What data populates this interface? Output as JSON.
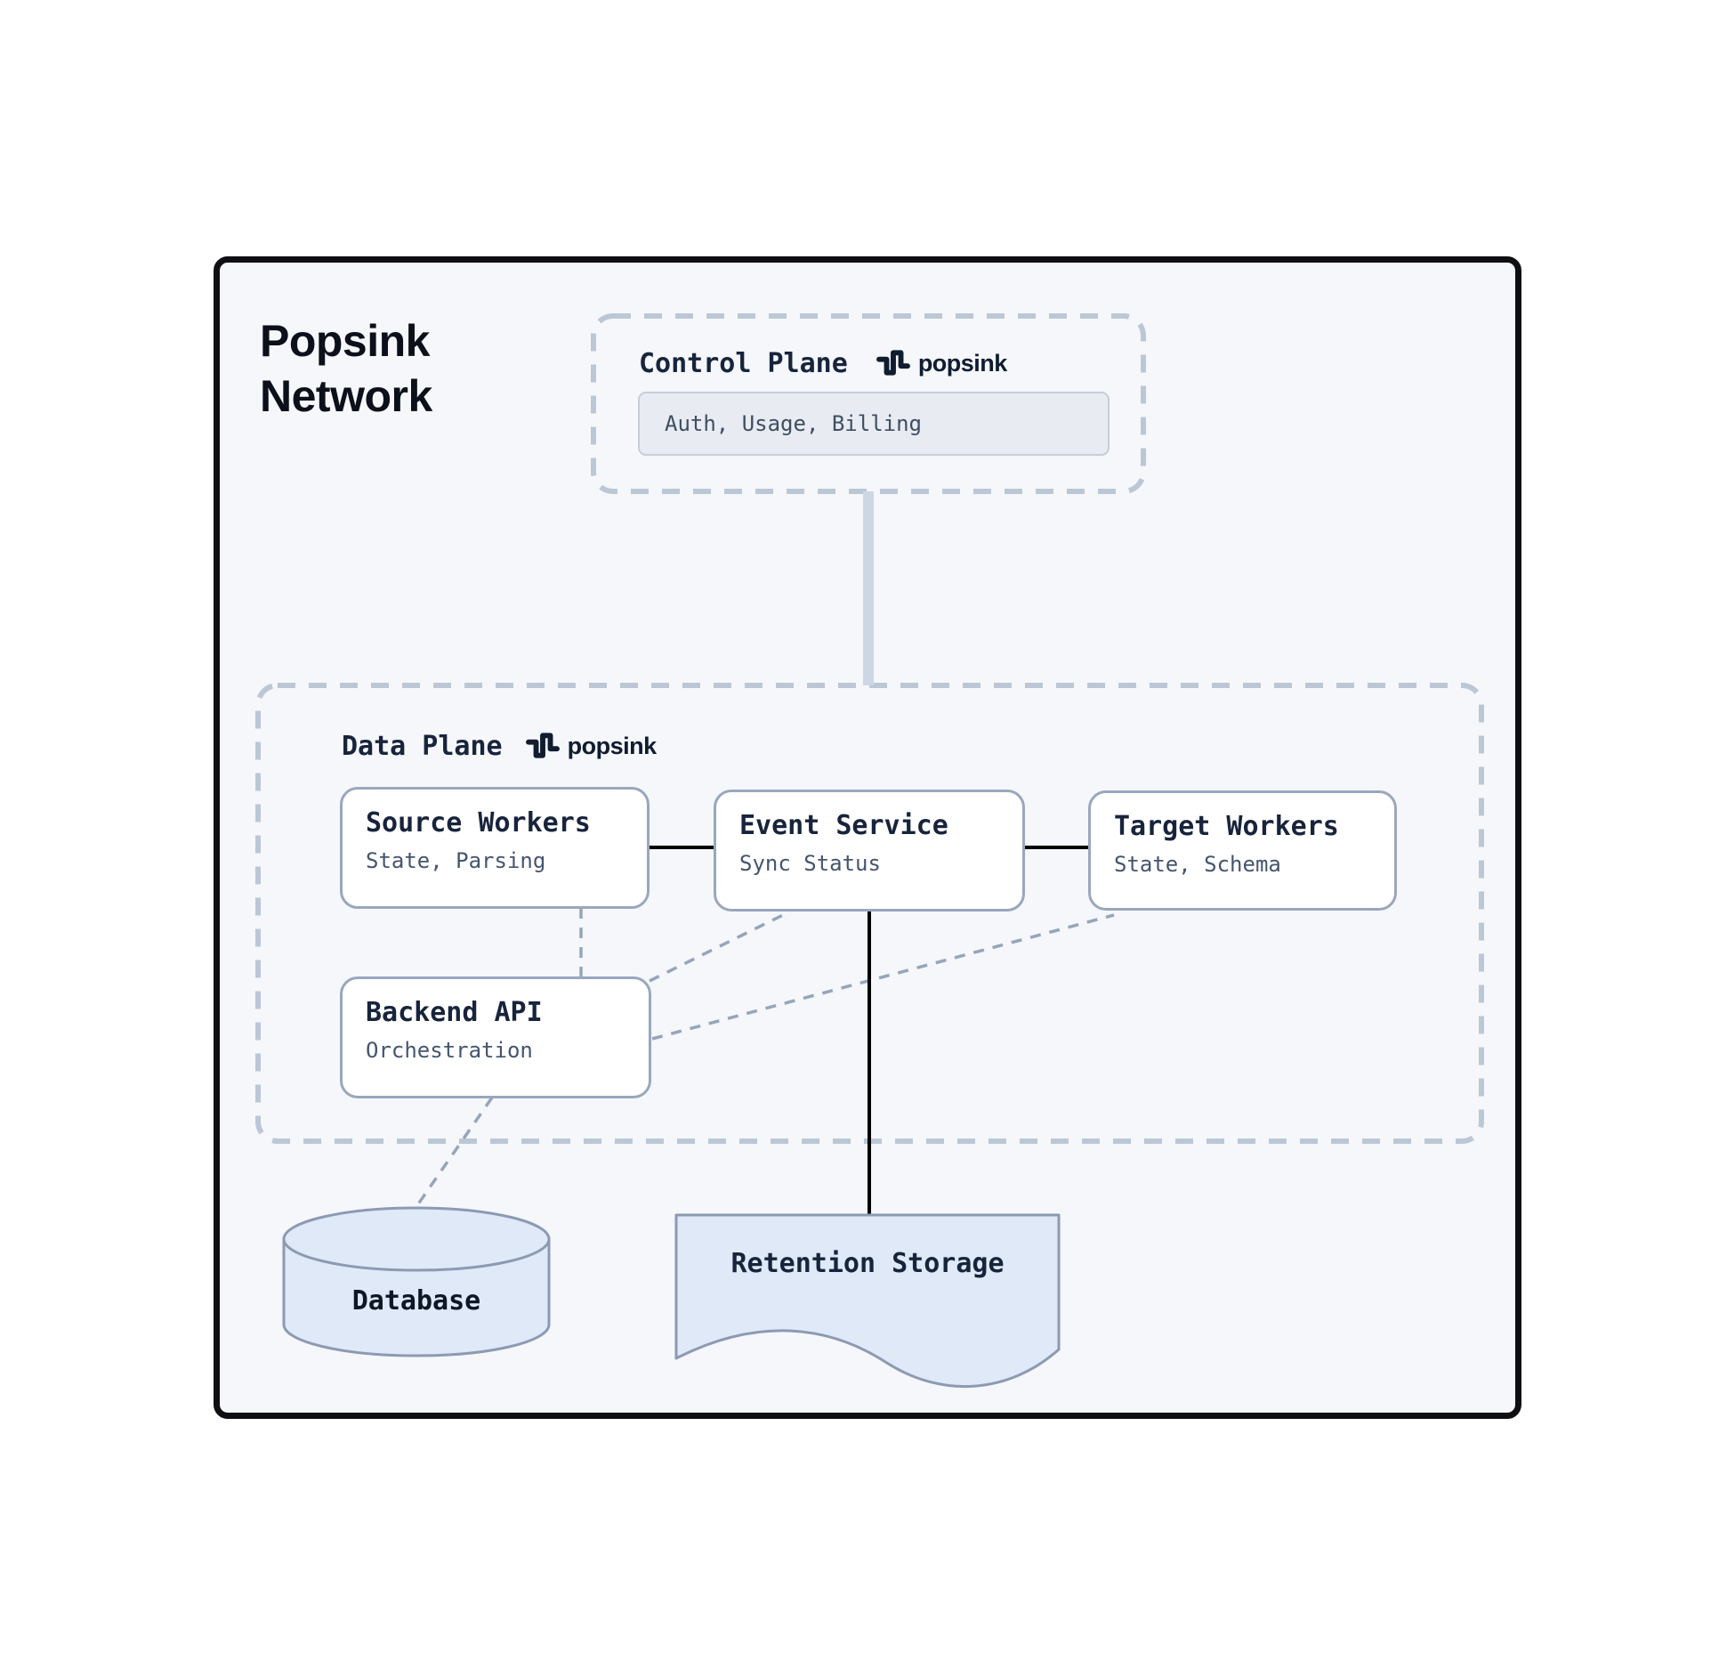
{
  "network": {
    "title_line1": "Popsink",
    "title_line2": "Network"
  },
  "brand": {
    "wordmark": "popsink",
    "logo_icon": "pulse-wave-icon",
    "text_color": "#101c30"
  },
  "control_plane": {
    "title": "Control Plane",
    "chip_text": "Auth, Usage, Billing"
  },
  "data_plane": {
    "title": "Data Plane",
    "nodes": {
      "source_workers": {
        "title": "Source Workers",
        "subtitle": "State, Parsing"
      },
      "event_service": {
        "title": "Event Service",
        "subtitle": "Sync Status"
      },
      "target_workers": {
        "title": "Target Workers",
        "subtitle": "State, Schema"
      },
      "backend_api": {
        "title": "Backend API",
        "subtitle": "Orchestration"
      }
    }
  },
  "storage": {
    "database": {
      "label": "Database",
      "shape": "cylinder"
    },
    "retention": {
      "label": "Retention Storage",
      "shape": "document"
    }
  },
  "connections": [
    {
      "from": "control-plane",
      "to": "data-plane",
      "style": "solid-light"
    },
    {
      "from": "source-workers",
      "to": "event-service",
      "style": "solid"
    },
    {
      "from": "event-service",
      "to": "target-workers",
      "style": "solid"
    },
    {
      "from": "event-service",
      "to": "retention-storage",
      "style": "solid"
    },
    {
      "from": "source-workers",
      "to": "backend-api",
      "style": "dashed"
    },
    {
      "from": "backend-api",
      "to": "event-service",
      "style": "dashed"
    },
    {
      "from": "backend-api",
      "to": "target-workers",
      "style": "dashed"
    },
    {
      "from": "backend-api",
      "to": "database",
      "style": "dashed"
    }
  ],
  "colors": {
    "canvas": "#ffffff",
    "container_bg": "#f5f7fa",
    "container_border": "#0e0e13",
    "dashed_plane_border": "#bcc7d6",
    "node_border": "#9aa7bd",
    "node_bg": "#ffffff",
    "chip_bg": "#e8ebf1",
    "chip_border": "#c7ceda",
    "storage_fill": "#dfe9f8",
    "storage_border": "#8c9ab2",
    "solid_connector": "#000000",
    "dashed_connector": "#97a5bb",
    "plane_link": "#cdd7e4",
    "title_text": "#18243c",
    "subtitle_text": "#45556e",
    "heading_text": "#0b101b"
  }
}
